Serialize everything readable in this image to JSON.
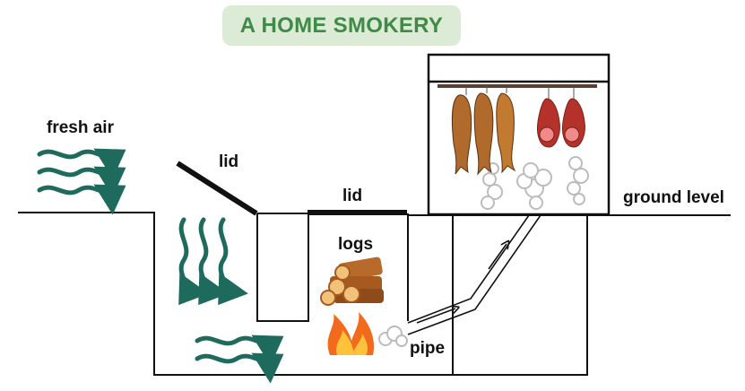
{
  "title": "A HOME SMOKERY",
  "labels": {
    "fresh_air": "fresh air",
    "lid_open": "lid",
    "lid_closed": "lid",
    "logs": "logs",
    "pipe": "pipe",
    "ground_level": "ground level"
  },
  "colors": {
    "title_bg": "#dcebd6",
    "title_text": "#3f8a46",
    "air_arrows": "#1e6b5e",
    "outline": "#111111",
    "fish": "#b06a2c",
    "ham": "#b5322a",
    "logs": "#b86a2a",
    "fire": "#f26a1b",
    "smoke": "#d8d8d8"
  },
  "icons": [
    "wind-arrows-icon",
    "logs-icon",
    "fire-icon",
    "fish-icon",
    "ham-icon",
    "smoke-icon"
  ]
}
